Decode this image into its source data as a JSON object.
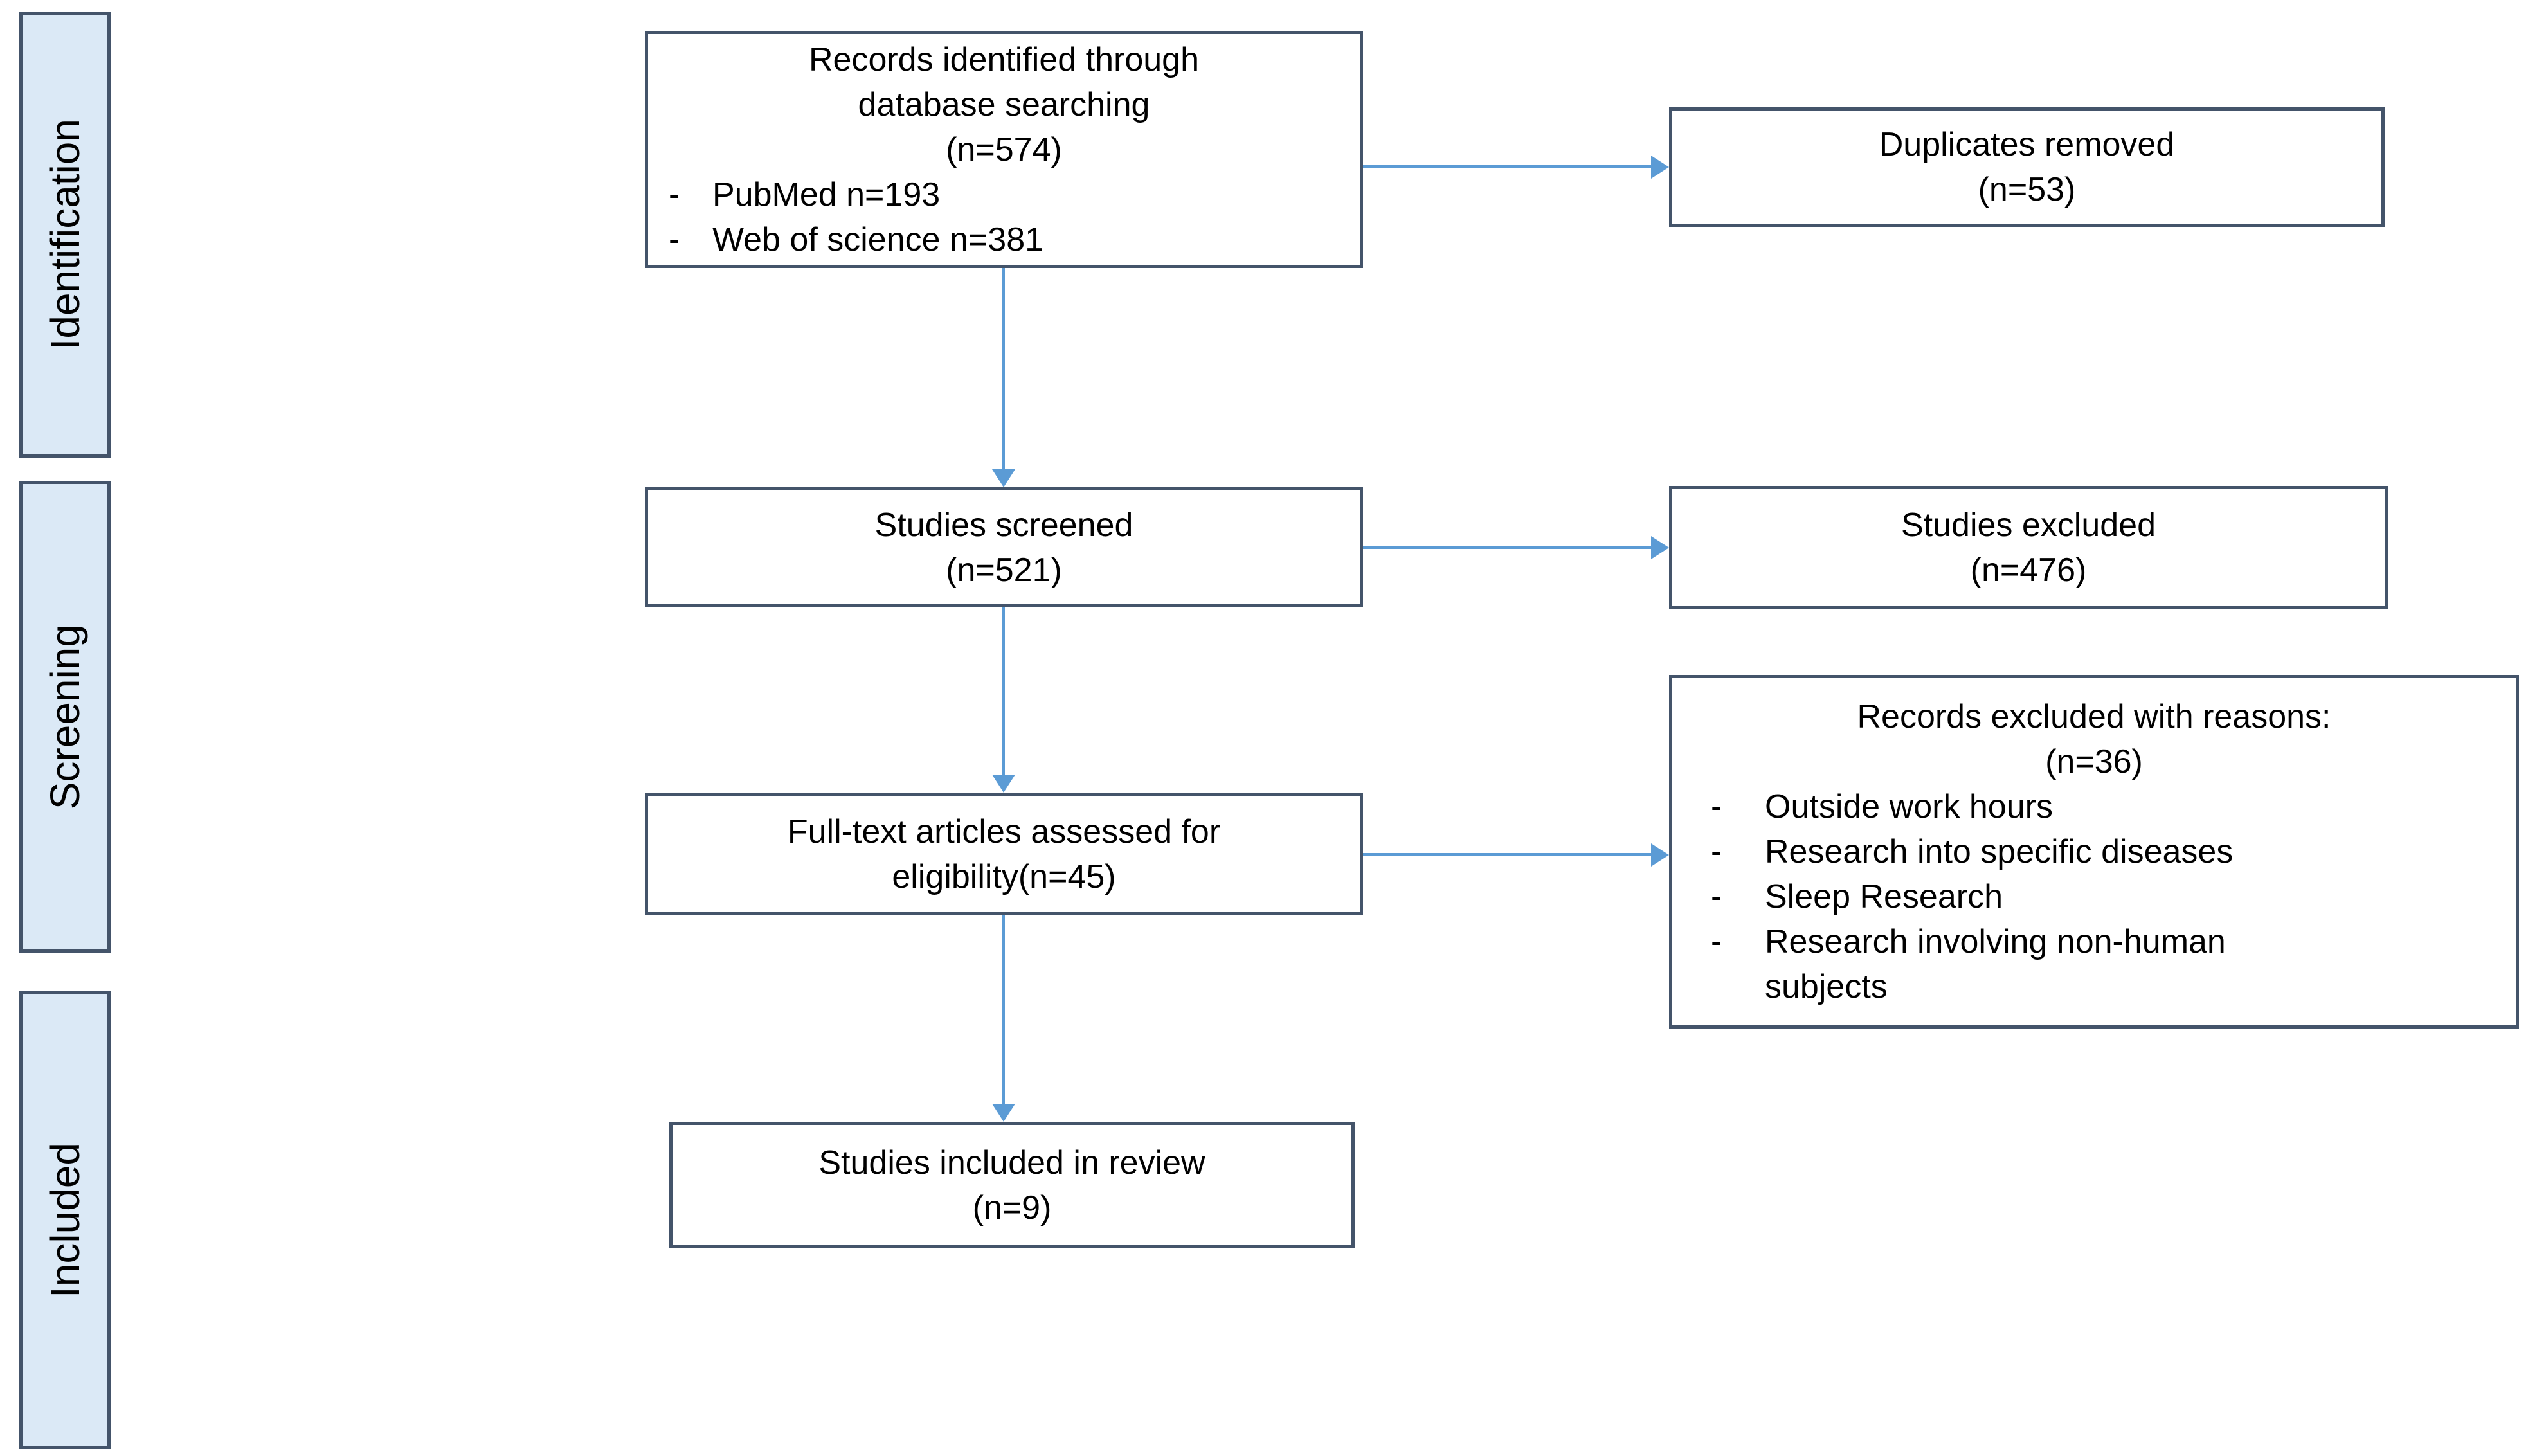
{
  "sidebar": [
    {
      "label": "Identification"
    },
    {
      "label": "Screening"
    },
    {
      "label": "Included"
    }
  ],
  "boxes": {
    "records_identified": {
      "lines": [
        "Records identified through",
        "database searching",
        "(n=574)"
      ],
      "bullets": [
        "PubMed n=193",
        "Web of science n=381"
      ]
    },
    "duplicates_removed": {
      "lines": [
        "Duplicates removed",
        "(n=53)"
      ]
    },
    "studies_screened": {
      "lines": [
        "Studies screened",
        "(n=521)"
      ]
    },
    "studies_excluded": {
      "lines": [
        "Studies excluded",
        "(n=476)"
      ]
    },
    "full_text": {
      "lines": [
        "Full-text articles assessed for",
        "eligibility(n=45)"
      ]
    },
    "records_excluded": {
      "lines": [
        "Records excluded with reasons:",
        "(n=36)"
      ],
      "bullets": [
        "Outside work hours",
        "Research into specific diseases",
        "Sleep Research",
        "Research involving non-human subjects"
      ]
    },
    "studies_included": {
      "lines": [
        "Studies included in review",
        "(n=9)"
      ]
    }
  },
  "ui": {
    "bullet_marker": "-"
  },
  "colors": {
    "box_border": "#44546a",
    "sidebar_fill": "#dbe9f6",
    "arrow": "#5b9bd5",
    "text": "#000000",
    "background": "#ffffff"
  }
}
